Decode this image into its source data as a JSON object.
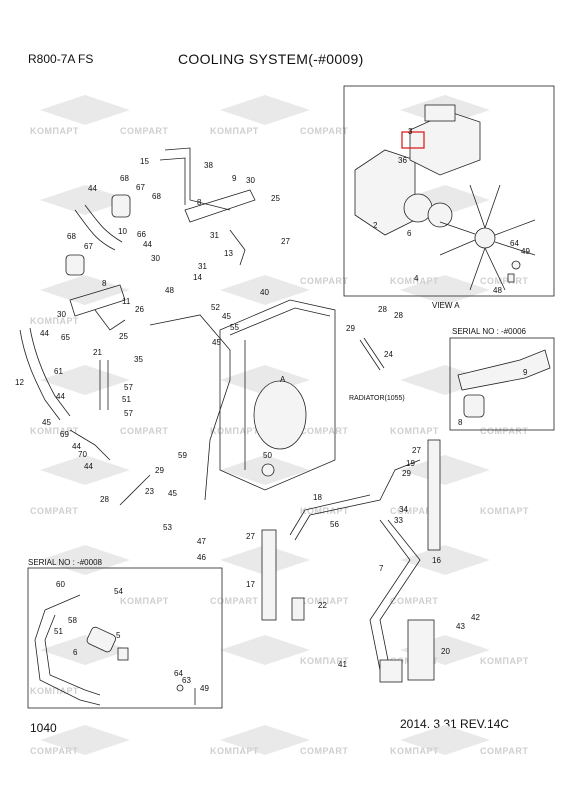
{
  "header": {
    "model": "R800-7A FS",
    "title": "COOLING SYSTEM(-#0009)"
  },
  "footer": {
    "page": "1040",
    "revision": "2014. 3.31   REV.14C"
  },
  "watermark": "KOMПАРТ",
  "watermark2": "COMPART",
  "view_label": "VIEW A",
  "radiator_label": "RADIATOR(1055)",
  "detail_a_letter": "A",
  "serial_top": "SERIAL NO : -#0006",
  "serial_bottom": "SERIAL NO : -#0008",
  "callouts": {
    "n3": "3",
    "n36": "36",
    "n2": "2",
    "n6": "6",
    "n4": "4",
    "n64a": "64",
    "n49a": "49",
    "n48a": "48",
    "n15": "15",
    "n38": "38",
    "n9": "9",
    "n30a": "30",
    "n25": "25",
    "n44a": "44",
    "n68a": "68",
    "n67a": "67",
    "n68b": "68",
    "n8a": "8",
    "n31a": "31",
    "n27a": "27",
    "n13": "13",
    "n68c": "68",
    "n67b": "67",
    "n10": "10",
    "n44b": "44",
    "n66": "66",
    "n30b": "30",
    "n31b": "31",
    "n14": "14",
    "n48b": "48",
    "n40": "40",
    "n52": "52",
    "n45a": "45",
    "n55": "55",
    "n8b": "8",
    "n11": "11",
    "n26": "26",
    "n30c": "30",
    "n65": "65",
    "n25b": "25",
    "n45b": "45",
    "n44c": "44",
    "n21": "21",
    "n35": "35",
    "n57a": "57",
    "n51a": "51",
    "n57b": "57",
    "n12": "12",
    "n61": "61",
    "n44d": "44",
    "n45c": "45",
    "n69": "69",
    "n44e": "44",
    "n70": "70",
    "n44f": "44",
    "n29a": "29",
    "n24": "24",
    "n28a": "28",
    "n59": "59",
    "n50": "50",
    "n28b": "28",
    "n23": "23",
    "n45d": "45",
    "n53": "53",
    "n47": "47",
    "n46": "46",
    "n27b": "27",
    "n17": "17",
    "n22": "22",
    "n18": "18",
    "n56": "56",
    "n34": "34",
    "n33": "33",
    "n19": "19",
    "n27c": "27",
    "n29b": "29",
    "n16": "16",
    "n7": "7",
    "n42": "42",
    "n43": "43",
    "n20": "20",
    "n41": "41",
    "n9b": "9",
    "n8c": "8",
    "n60": "60",
    "n54": "54",
    "n58": "58",
    "n51b": "51",
    "n5": "5",
    "n6b": "6",
    "n64b": "64",
    "n63": "63",
    "n49b": "49",
    "n28c": "28",
    "n29c": "29"
  }
}
